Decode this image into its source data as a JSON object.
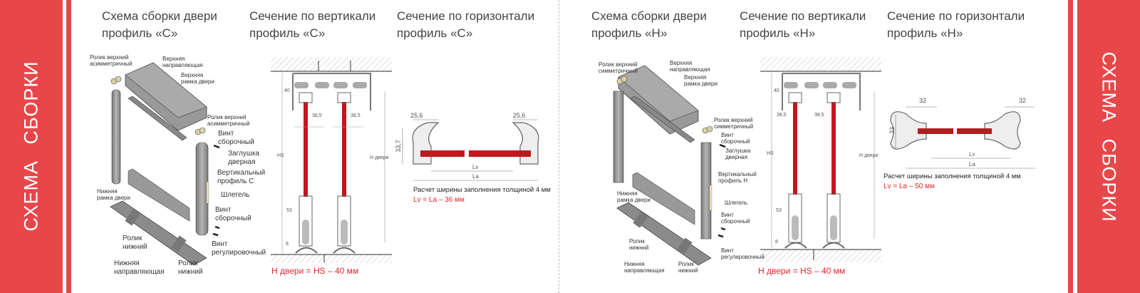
{
  "colors": {
    "accent": "#e8474a",
    "door_fill": "#c3161f",
    "profile": "#8a8a8a"
  },
  "side": {
    "left_title": "СХЕМА  СБОРКИ",
    "right_title": "СХЕМА  СБОРКИ"
  },
  "c_profile": {
    "assembly_title": [
      "Схема сборки двери",
      "профиль «С»"
    ],
    "vertical_title": [
      "Сечение по вертикали",
      "профиль «С»"
    ],
    "horizontal_title": [
      "Сечение по горизонтали",
      "профиль «С»"
    ],
    "parts": {
      "top_roller_1": [
        "Ролик верхний",
        "асимметричный"
      ],
      "top_guide": [
        "Верхняя",
        "направляющая"
      ],
      "top_frame": [
        "Верхняя",
        "рамка двери"
      ],
      "top_roller_2": [
        "Ролик верхний",
        "асимметричный"
      ],
      "screw_1": [
        "Винт",
        "сборочный"
      ],
      "door_cap": [
        "Заглушка",
        "дверная"
      ],
      "vertical_profile": [
        "Вертикальный",
        "профиль С"
      ],
      "brush_seal": "Шлегель",
      "bottom_frame": [
        "Нижняя",
        "рамка двери"
      ],
      "screw_2": [
        "Винт",
        "сборочный"
      ],
      "bottom_roller_1": [
        "Ролик",
        "нижний"
      ],
      "adjust_screw": [
        "Винт",
        "регулировочный"
      ],
      "bottom_guide": [
        "Нижняя",
        "направляющая"
      ],
      "bottom_roller_2": [
        "Ролик",
        "нижний"
      ]
    },
    "vertical_dims": {
      "top": "40",
      "width_1": "38,5",
      "width_2": "38,5",
      "hs": "HS",
      "door_h": "H двери",
      "bottom": "53",
      "floor": "8"
    },
    "vertical_formula": "H двери = HS – 40 мм",
    "horizontal_dims": {
      "left_w": "25,6",
      "right_w": "25,6",
      "height": "33,7",
      "lv": "Lv",
      "la": "La"
    },
    "calc_note": "Расчет ширины заполнения толщиной 4 мм",
    "calc_formula": "Lv = La – 36 мм"
  },
  "h_profile": {
    "assembly_title": [
      "Схема сборки двери",
      "профиль «Н»"
    ],
    "vertical_title": [
      "Сечение по вертикали",
      "профиль «Н»"
    ],
    "horizontal_title": [
      "Сечение по горизонтали",
      "профиль «Н»"
    ],
    "parts": {
      "top_roller_1": [
        "Ролик верхний",
        "симметричный"
      ],
      "top_guide": [
        "Верхняя",
        "направляющая"
      ],
      "top_frame": [
        "Верхняя",
        "рамка двери"
      ],
      "top_roller_2": [
        "Ролик верхний",
        "симметричный"
      ],
      "screw_1": [
        "Винт",
        "сборочный"
      ],
      "door_cap": [
        "Заглушка",
        "дверная"
      ],
      "vertical_profile": [
        "Вертикальный",
        "профиль Н"
      ],
      "brush_seal": "Шлегель",
      "bottom_frame": [
        "Нижняя",
        "рамка двери"
      ],
      "screw_2": [
        "Винт",
        "сборочный"
      ],
      "bottom_roller_1": [
        "Ролик",
        "нижний"
      ],
      "adjust_screw": [
        "Винт",
        "регулировочный"
      ],
      "bottom_guide": [
        "Нижняя",
        "направляющая"
      ],
      "bottom_roller_2": [
        "Ролик",
        "нижний"
      ]
    },
    "vertical_dims": {
      "top": "40",
      "width_1": "38,5",
      "width_2": "38,5",
      "hs": "HS",
      "door_h": "H двери",
      "bottom": "53",
      "floor": "8"
    },
    "vertical_formula": "H двери = HS – 40 мм",
    "horizontal_dims": {
      "left_w": "32",
      "right_w": "32",
      "height": "33",
      "lv": "Lv",
      "la": "La"
    },
    "calc_note": "Расчет ширины заполнения толщиной 4 мм",
    "calc_formula": "Lv = La – 50 мм"
  }
}
